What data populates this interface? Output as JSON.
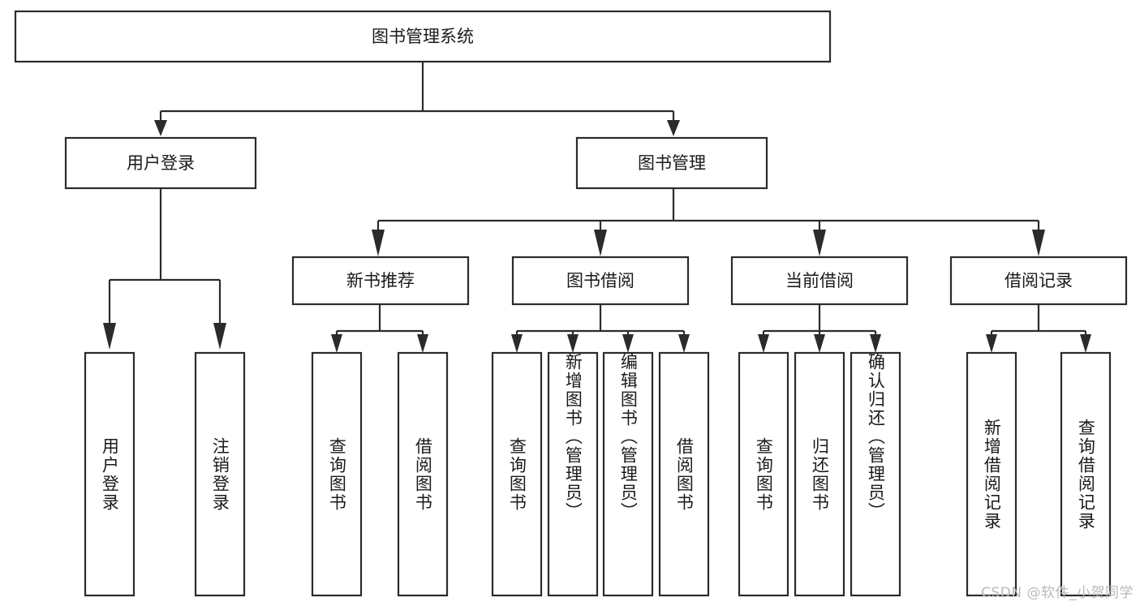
{
  "diagram": {
    "type": "tree",
    "title": "图书管理系统",
    "watermark": "CSDN @软件_小贺同学",
    "colors": {
      "box_stroke": "#2b2b2b",
      "box_fill": "#ffffff",
      "line": "#2b2b2b",
      "text": "#1a1a1a",
      "background": "#ffffff",
      "watermark_text": "#b9b9b9"
    },
    "root": {
      "label": "图书管理系统"
    },
    "level2": [
      {
        "label": "用户登录"
      },
      {
        "label": "图书管理"
      }
    ],
    "level3": [
      {
        "label": "新书推荐"
      },
      {
        "label": "图书借阅"
      },
      {
        "label": "当前借阅"
      },
      {
        "label": "借阅记录"
      }
    ],
    "groups": [
      {
        "parent": "用户登录",
        "leaves": [
          {
            "label": "用户登录"
          },
          {
            "label": "注销登录"
          }
        ]
      },
      {
        "parent": "新书推荐",
        "leaves": [
          {
            "label": "查询图书"
          },
          {
            "label": "借阅图书"
          }
        ]
      },
      {
        "parent": "图书借阅",
        "leaves": [
          {
            "label": "查询图书"
          },
          {
            "label": "新增图书（管理员）"
          },
          {
            "label": "编辑图书（管理员）"
          },
          {
            "label": "借阅图书"
          }
        ]
      },
      {
        "parent": "当前借阅",
        "leaves": [
          {
            "label": "查询图书"
          },
          {
            "label": "归还图书"
          },
          {
            "label": "确认归还（管理员）"
          }
        ]
      },
      {
        "parent": "借阅记录",
        "leaves": [
          {
            "label": "新增借阅记录"
          },
          {
            "label": "查询借阅记录"
          }
        ]
      }
    ]
  }
}
